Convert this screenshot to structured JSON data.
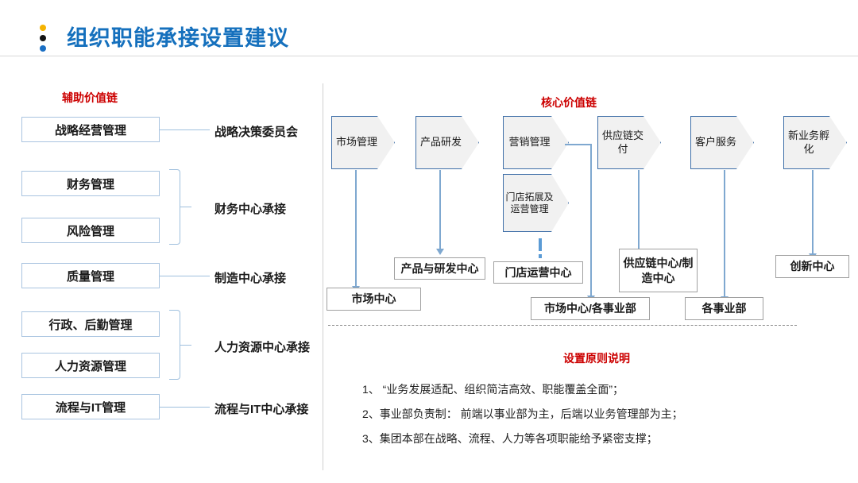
{
  "header": {
    "title": "组织职能承接设置建议",
    "dots": [
      "yellow-dot",
      "black-dot",
      "blue-dot"
    ],
    "accent_color": "#1570bd"
  },
  "left_panel": {
    "label": "辅助价值链",
    "label_color": "#cc0000",
    "boxes": [
      {
        "label": "战略经营管理"
      },
      {
        "label": "财务管理"
      },
      {
        "label": "风险管理"
      },
      {
        "label": "质量管理"
      },
      {
        "label": "行政、后勤管理"
      },
      {
        "label": "人力资源管理"
      },
      {
        "label": "流程与IT管理"
      }
    ],
    "tags": [
      {
        "label": "战略决策委员会"
      },
      {
        "label": "财务中心承接"
      },
      {
        "label": "制造中心承接"
      },
      {
        "label": "人力资源中心承接"
      },
      {
        "label": "流程与IT中心承接"
      }
    ]
  },
  "right_panel": {
    "label": "核心价值链",
    "label_color": "#cc0000",
    "chevrons": [
      {
        "label": "市场管理"
      },
      {
        "label": "产品研发"
      },
      {
        "label": "营销管理"
      },
      {
        "label": "门店拓展及运营管理"
      },
      {
        "label": "供应链交付"
      },
      {
        "label": "客户服务"
      },
      {
        "label": "新业务孵化"
      }
    ],
    "result_boxes": [
      {
        "label": "市场中心"
      },
      {
        "label": "产品与研发中心"
      },
      {
        "label": "门店运营中心"
      },
      {
        "label": "供应链中心/制造中心"
      },
      {
        "label": "创新中心"
      },
      {
        "label": "市场中心/各事业部"
      },
      {
        "label": "各事业部"
      }
    ]
  },
  "principles": {
    "title": "设置原则说明",
    "title_color": "#cc0000",
    "items": [
      "1、 “业务发展适配、组织简洁高效、职能覆盖全面”；",
      "2、事业部负责制：  前端以事业部为主，后端以业务管理部为主；",
      "3、集团本部在战略、流程、人力等各项职能给予紧密支撑；"
    ]
  }
}
